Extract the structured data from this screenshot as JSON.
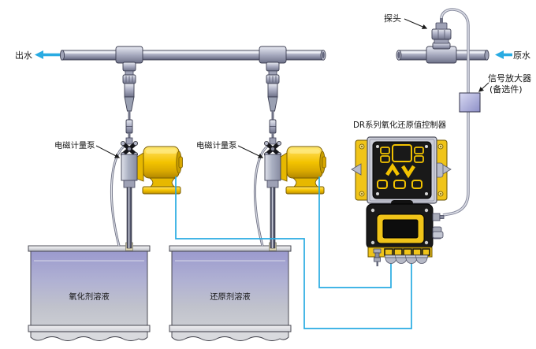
{
  "diagram": {
    "type": "process-schematic",
    "flow_labels": {
      "outlet": "出水",
      "raw_water": "原水"
    },
    "components": {
      "probe": {
        "label": "探头"
      },
      "amplifier": {
        "label_line1": "信号放大器",
        "label_line2": "(备选件)"
      },
      "controller": {
        "label": "DR系列氧化还原值控制器"
      },
      "pump_left": {
        "label": "电磁计量泵"
      },
      "pump_right": {
        "label": "电磁计量泵"
      },
      "tank_left": {
        "label": "氧化剂溶液"
      },
      "tank_right": {
        "label": "还原剂溶液"
      }
    },
    "colors": {
      "flow_arrow_cyan": "#29abe2",
      "signal_wire_cyan": "#29abe2",
      "pump_yellow": "#f3c300",
      "controller_yellow": "#f0c419",
      "panel_black": "#191919",
      "pipe_gray": "#a3a6bb",
      "tank_lavender": "#9b9ace"
    }
  }
}
